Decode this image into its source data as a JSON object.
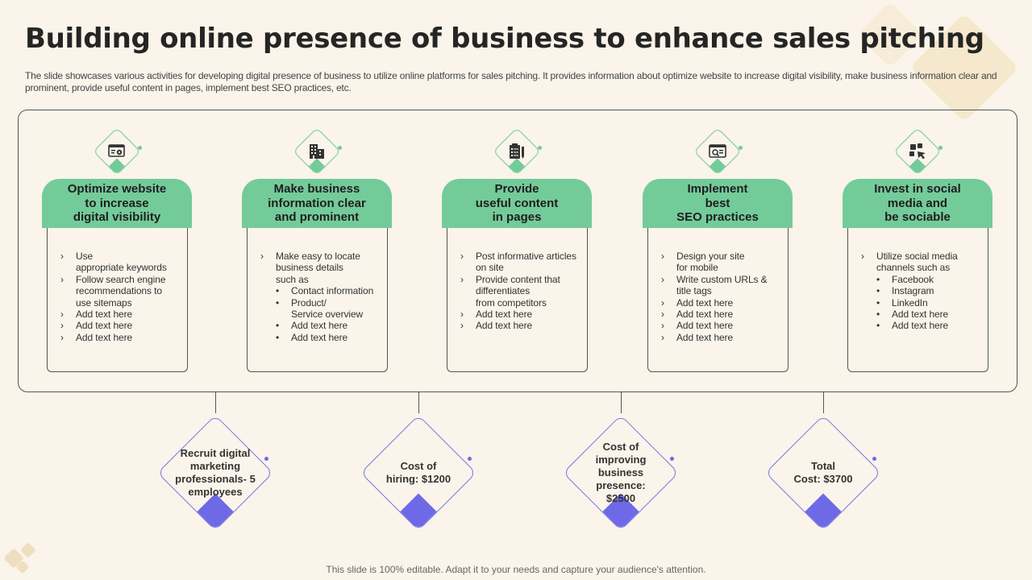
{
  "title": "Building online presence of business to enhance sales pitching",
  "subtitle": "The slide showcases various activities for developing digital presence of business to utilize online platforms for sales pitching. It provides information about optimize website to increase digital visibility, make business information clear and prominent, provide useful content in pages, implement best SEO practices, etc.",
  "colors": {
    "background": "#faf4ea",
    "accent_green": "#74cb9a",
    "accent_purple": "#6e69e6"
  },
  "columns": [
    {
      "icon": "website-settings-icon",
      "heading": "Optimize website\nto increase\ndigital visibility",
      "items": [
        {
          "type": "arrow",
          "text": "Use\nappropriate keywords"
        },
        {
          "type": "arrow",
          "text": "Follow search engine\nrecommendations to\nuse sitemaps"
        },
        {
          "type": "arrow",
          "text": "Add text here"
        },
        {
          "type": "arrow",
          "text": "Add text here"
        },
        {
          "type": "arrow",
          "text": "Add text here"
        }
      ]
    },
    {
      "icon": "building-icon",
      "heading": "Make business\ninformation clear\nand prominent",
      "items": [
        {
          "type": "arrow",
          "text": "Make easy to locate\nbusiness details\nsuch as"
        },
        {
          "type": "dot",
          "text": "Contact information"
        },
        {
          "type": "dot",
          "text": "Product/\nService overview"
        },
        {
          "type": "dot",
          "text": "Add text here"
        },
        {
          "type": "dot",
          "text": "Add text here"
        }
      ]
    },
    {
      "icon": "clipboard-pen-icon",
      "heading": "Provide\nuseful content\nin pages",
      "items": [
        {
          "type": "arrow",
          "text": "Post informative articles\non site"
        },
        {
          "type": "arrow",
          "text": "Provide content that\ndifferentiates\nfrom competitors"
        },
        {
          "type": "arrow",
          "text": "Add text here"
        },
        {
          "type": "arrow",
          "text": "Add text here"
        }
      ]
    },
    {
      "icon": "seo-browser-icon",
      "heading": "Implement\nbest\nSEO practices",
      "items": [
        {
          "type": "arrow",
          "text": "Design your site\nfor mobile"
        },
        {
          "type": "arrow",
          "text": "Write custom URLs &\ntitle tags"
        },
        {
          "type": "arrow",
          "text": "Add text here"
        },
        {
          "type": "arrow",
          "text": "Add text here"
        },
        {
          "type": "arrow",
          "text": "Add text here"
        },
        {
          "type": "arrow",
          "text": "Add text here"
        }
      ]
    },
    {
      "icon": "social-media-icon",
      "heading": "Invest in social\nmedia and\nbe sociable",
      "items": [
        {
          "type": "arrow",
          "text": "Utilize social media\nchannels such as"
        },
        {
          "type": "dot",
          "text": "Facebook"
        },
        {
          "type": "dot",
          "text": "Instagram"
        },
        {
          "type": "dot",
          "text": "LinkedIn"
        },
        {
          "type": "dot",
          "text": "Add text here"
        },
        {
          "type": "dot",
          "text": "Add text here"
        }
      ]
    }
  ],
  "costs": [
    {
      "text": "Recruit digital\nmarketing\nprofessionals- 5\nemployees"
    },
    {
      "text": "Cost of\nhiring: $1200"
    },
    {
      "text": "Cost of\nimproving\nbusiness\npresence:\n$2500"
    },
    {
      "text": "Total\nCost: $3700"
    }
  ],
  "footer": "This slide is 100% editable. Adapt it to your needs and capture your audience's attention."
}
